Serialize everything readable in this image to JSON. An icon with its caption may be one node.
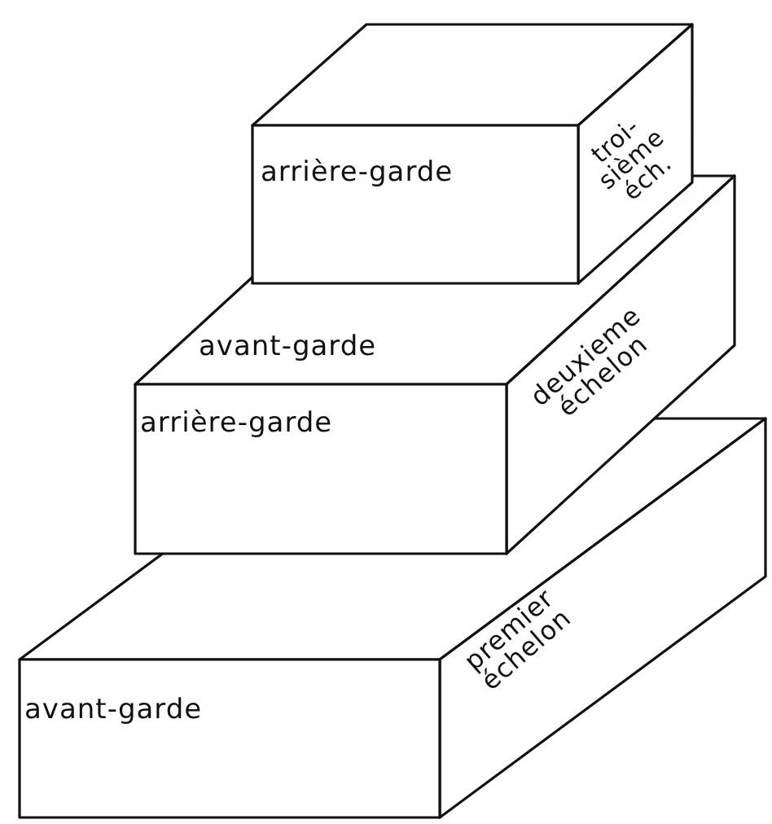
{
  "diagram": {
    "nodes": [
      {
        "text": [
          "arrière-garde",
          "troi-sième éch."
        ]
      },
      {
        "text": [
          "avant-garde",
          "arrière-garde",
          "deuxieme échelon"
        ]
      },
      {
        "text": [
          "avant-garde",
          "premier échelon"
        ]
      }
    ]
  }
}
